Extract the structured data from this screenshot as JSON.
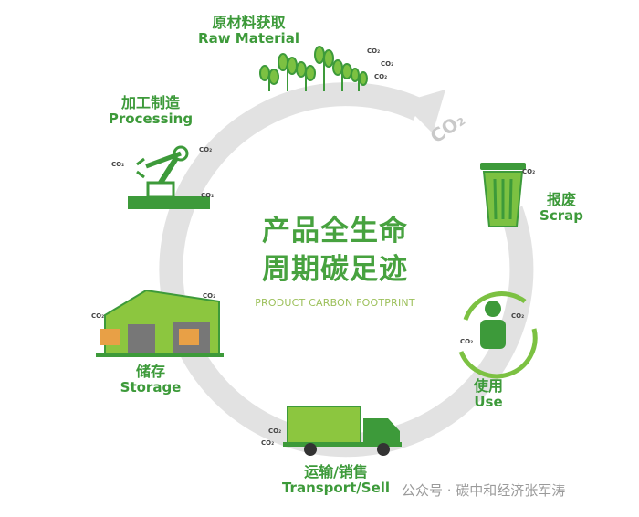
{
  "center": {
    "title_line1": "产品全生命",
    "title_line2": "周期碳足迹",
    "subtitle": "PRODUCT CARBON FOOTPRINT"
  },
  "stages": [
    {
      "zh": "原材料获取",
      "en": "Raw Material"
    },
    {
      "zh": "加工制造",
      "en": "Processing"
    },
    {
      "zh": "报废",
      "en": "Scrap"
    },
    {
      "zh": "使用",
      "en": "Use"
    },
    {
      "zh": "运输/销售",
      "en": "Transport/Sell"
    },
    {
      "zh": "储存",
      "en": "Storage"
    }
  ],
  "co2_label": "CO₂",
  "co2_small": "CO₂",
  "watermark": "公众号 · 碳中和经济张军涛",
  "colors": {
    "green": "#3d9a3a",
    "light_green": "#8cc63f",
    "ring": "#e2e2e2"
  }
}
